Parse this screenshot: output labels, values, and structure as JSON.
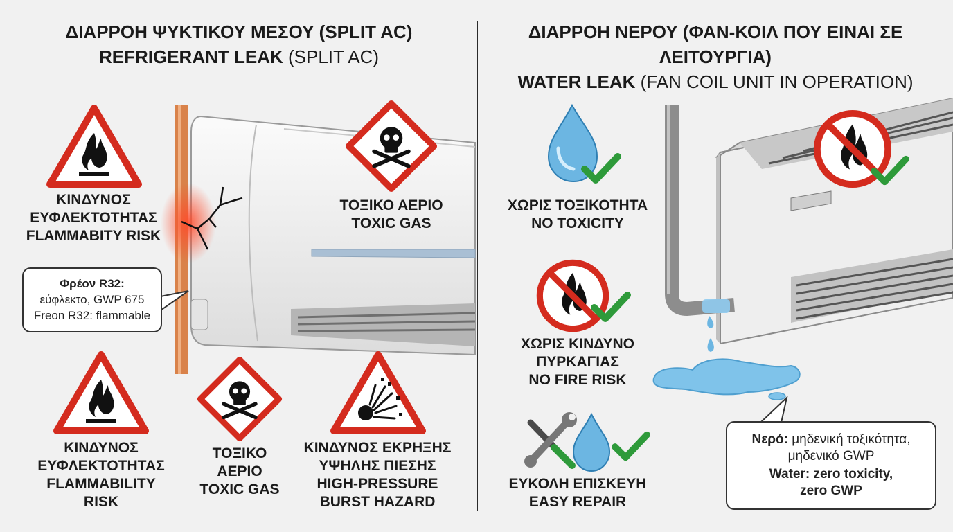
{
  "left": {
    "title_gr": "ΔΙΑΡΡΟΗ ΨΥΚΤΙΚΟΥ ΜΕΣΟΥ (SPLIT AC)",
    "title_en_bold": "REFRIGERANT LEAK",
    "title_en_rest": "(SPLIT AC)",
    "flammability_top": [
      "ΚΙΝΔΥΝΟΣ",
      "ΕΥΦΛΕΚΤΟΤΗΤΑΣ",
      "FLAMMABITY RISK"
    ],
    "toxic_top": [
      "ΤΟΞΙΚΟ ΑΕΡΙΟ",
      "TOXIC GAS"
    ],
    "callout": {
      "bold": "Φρέον R32:",
      "line2": "εύφλεκτο, GWP 675",
      "line3": "Freon R32: flammable"
    },
    "flammability_bottom": [
      "ΚΙΝΔΥΝΟΣ",
      "ΕΥΦΛΕΚΤΟΤΗΤΑΣ",
      "FLAMMABILITY",
      "RISK"
    ],
    "toxic_bottom": [
      "ΤΟΞΙΚΟ",
      "ΑΕΡΙΟ",
      "TOXIC GAS"
    ],
    "explosion": [
      "ΚΙΝΔΥΝΟΣ ΕΚΡΗΞΗΣ",
      "ΥΨΗΛΗΣ ΠΙΕΣΗΣ",
      "HIGH-PRESSURE",
      "BURST HAZARD"
    ]
  },
  "right": {
    "title_gr": "ΔΙΑΡΡΟΗ ΝΕΡΟΥ (ΦΑΝ-ΚΟΙΛ ΠΟΥ ΕΙΝΑΙ ΣΕ ΛΕΙΤΟΥΡΓΙΑ)",
    "title_en_bold": "WATER LEAK",
    "title_en_rest": "(FAN COIL UNIT IN OPERATION)",
    "no_toxicity": [
      "ΧΩΡΙΣ ΤΟΞΙΚΟΤΗΤΑ",
      "NO TOXICITY"
    ],
    "no_fire": [
      "ΧΩΡΙΣ ΚΙΝΔΥΝΟ",
      "ΠΥΡΚΑΓΙΑΣ",
      "NO FIRE RISK"
    ],
    "easy_repair": [
      "ΕΥΚΟΛΗ ΕΠΙΣΚΕΥΗ",
      "EASY REPAIR"
    ],
    "callout": {
      "gr_bold": "Νερό:",
      "gr_rest": "μηδενική τοξικότητα,",
      "gr_line2": "μηδενικό GWP",
      "en_line1": "Water: zero toxicity,",
      "en_line2": "zero GWP"
    }
  },
  "colors": {
    "warning_red": "#d42b1e",
    "check_green": "#2e9a3a",
    "water_blue": "#6cb6e2",
    "copper": "#d9824a"
  }
}
